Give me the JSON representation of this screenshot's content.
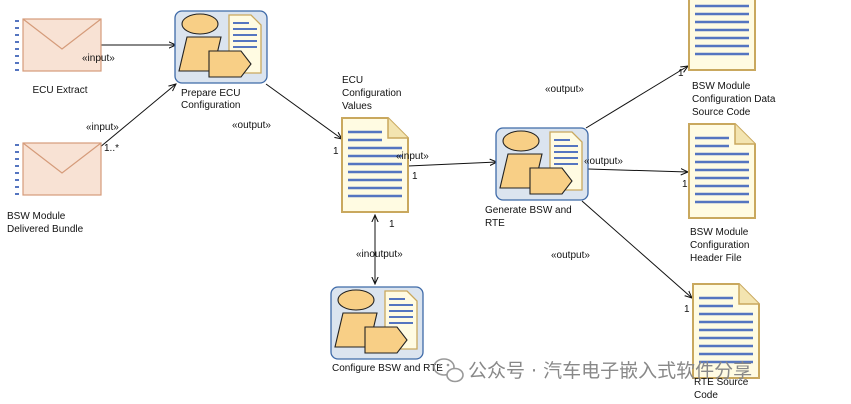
{
  "labels": {
    "ecu_extract": "ECU Extract",
    "bsw_bundle": [
      "BSW Module",
      "Delivered Bundle"
    ],
    "prepare": [
      "Prepare ECU",
      "Configuration"
    ],
    "ecu_config_values": [
      "ECU",
      "Configuration",
      "Values"
    ],
    "generate": [
      "Generate BSW and",
      "RTE"
    ],
    "configure": "Configure BSW and RTE",
    "bsw_config_data": [
      "BSW Module",
      "Configuration Data",
      "Source Code"
    ],
    "bsw_config_header": [
      "BSW Module",
      "Configuration",
      "Header File"
    ],
    "rte_source": [
      "RTE Source",
      "Code"
    ]
  },
  "edges": {
    "input_1": "«input»",
    "input_2": "«input»",
    "input_3": "«input»",
    "output_1": "«output»",
    "output_2": "«output»",
    "output_3": "«output»",
    "output_4": "«output»",
    "inoutput": "«inoutput»"
  },
  "multiplicity": {
    "bundle": "1..*",
    "ecu_values_left": "1",
    "ecu_values_right": "1",
    "ecu_values_bottom": "1",
    "data_source": "1",
    "header_file": "1",
    "rte_source": "1"
  },
  "watermark": "公众号 · 汽车电子嵌入式软件分享",
  "colors": {
    "envelope_fill": "#f8e2d4",
    "envelope_stroke": "#d59b7a",
    "doc_fill": "#fffbe2",
    "doc_stroke": "#c9a85e",
    "doc_lines": "#5575c0",
    "task_box": "#dbe4ef",
    "task_stroke": "#3e6aa8",
    "figure_fill": "#f8cf86"
  }
}
